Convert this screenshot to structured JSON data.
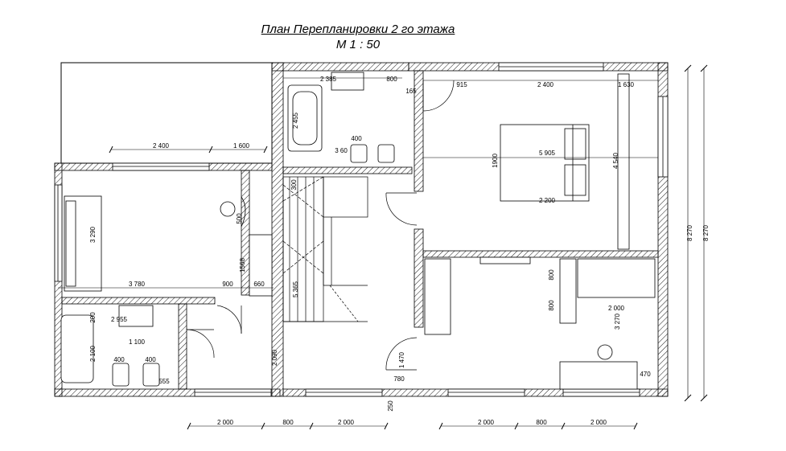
{
  "header": {
    "title": "План Перепланировки 2 го этажа",
    "scale": "М 1 : 50"
  },
  "dims": {
    "bottom_left": [
      "2 000",
      "800",
      "2 000"
    ],
    "bottom_right": [
      "2 000",
      "800",
      "2 000"
    ],
    "left_room_top": [
      "2 400",
      "1 600"
    ],
    "bedroom_top": [
      "915",
      "2 400",
      "1 630"
    ],
    "bath_top": [
      "2 385",
      "800"
    ],
    "mid_row": [
      "3 780",
      "900",
      "660"
    ],
    "right_height": [
      "8 270",
      "8 270"
    ],
    "misc": {
      "d2455": "2 455",
      "d400a": "400",
      "d360": "3 60",
      "d165": "165",
      "d5905": "5 905",
      "d1900": "1900",
      "d2200": "2 200",
      "d4540": "4 540",
      "d3290": "3 290",
      "d1568": "1568",
      "d500": "500",
      "d2955": "2 955",
      "d200": "200",
      "d1100": "1 100",
      "d2100": "2 100",
      "d400b": "400",
      "d400c": "400",
      "d555": "555",
      "d2090": "2 090",
      "d5365": "5 365",
      "d1470": "1 470",
      "d780": "780",
      "d250": "250",
      "d800a": "800",
      "d800b": "800",
      "d2000": "2 000",
      "d3270": "3 270",
      "d470": "470",
      "d300": "300"
    }
  }
}
